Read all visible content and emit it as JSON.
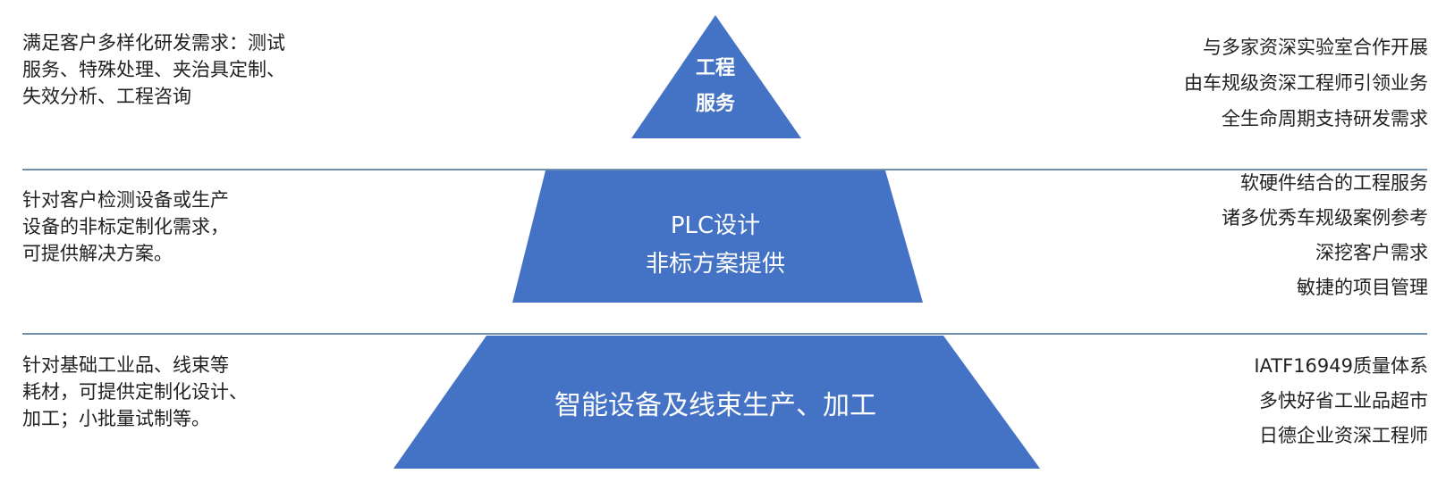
{
  "colors": {
    "pyramid": "#4472c4",
    "divider": "#6f90ad",
    "text": "#222222",
    "label": "#ffffff"
  },
  "tiers": [
    {
      "center_lines": [
        "工程",
        "服务"
      ],
      "left_lines": [
        "满足客户多样化研发需求：测试",
        "服务、特殊处理、夹治具定制、",
        "失效分析、工程咨询"
      ],
      "right_lines": [
        "与多家资深实验室合作开展",
        "由车规级资深工程师引领业务",
        "全生命周期支持研发需求"
      ]
    },
    {
      "center_lines": [
        "PLC设计",
        "非标方案提供"
      ],
      "left_lines": [
        "针对客户检测设备或生产",
        "设备的非标定制化需求，",
        "可提供解决方案。"
      ],
      "right_lines": [
        "软硬件结合的工程服务",
        "诸多优秀车规级案例参考",
        "深挖客户需求",
        "敏捷的项目管理"
      ]
    },
    {
      "center_lines": [
        "智能设备及线束生产、加工"
      ],
      "left_lines": [
        "针对基础工业品、线束等",
        "耗材，可提供定制化设计、",
        "加工；小批量试制等。"
      ],
      "right_lines": [
        "IATF16949质量体系",
        "多快好省工业品超市",
        "日德企业资深工程师"
      ]
    }
  ]
}
